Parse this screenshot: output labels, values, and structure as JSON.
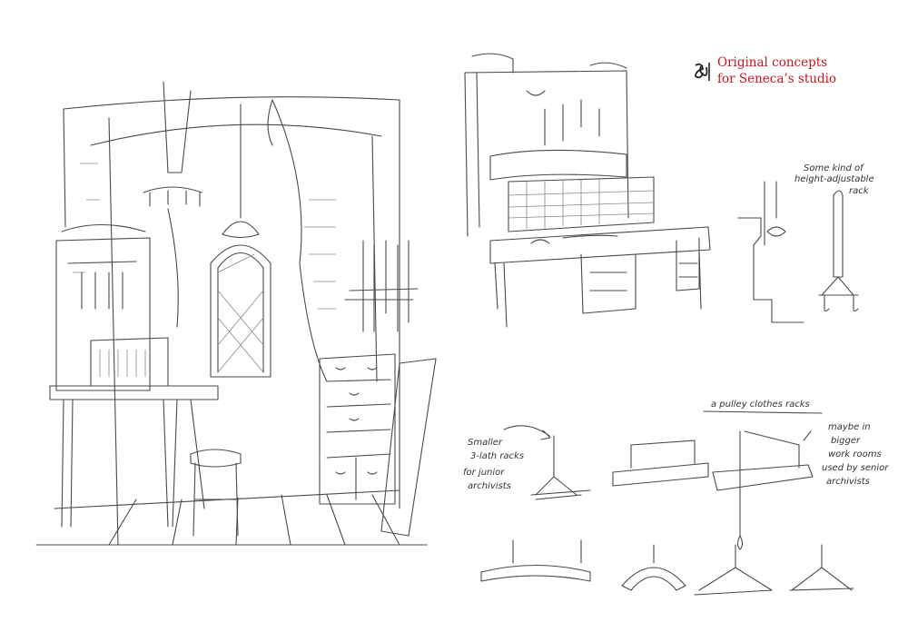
{
  "header": {
    "title_line1": "Original concepts",
    "title_line2": "for Seneca’s studio",
    "logo_icon": "knot-emblem-icon",
    "accent_color": "#c8141e"
  },
  "annotations": {
    "height_rack_1": "Some kind of",
    "height_rack_2": "height-adjustable",
    "height_rack_3": "rack",
    "pulley_heading": "a pulley clothes racks",
    "smaller_1": "Smaller",
    "smaller_2": "3-lath racks",
    "smaller_3": "for junior",
    "smaller_4": "archivists",
    "bigger_1": "maybe in",
    "bigger_2": "bigger",
    "bigger_3": "work rooms",
    "bigger_4": "used by senior",
    "bigger_5": "archivists"
  }
}
